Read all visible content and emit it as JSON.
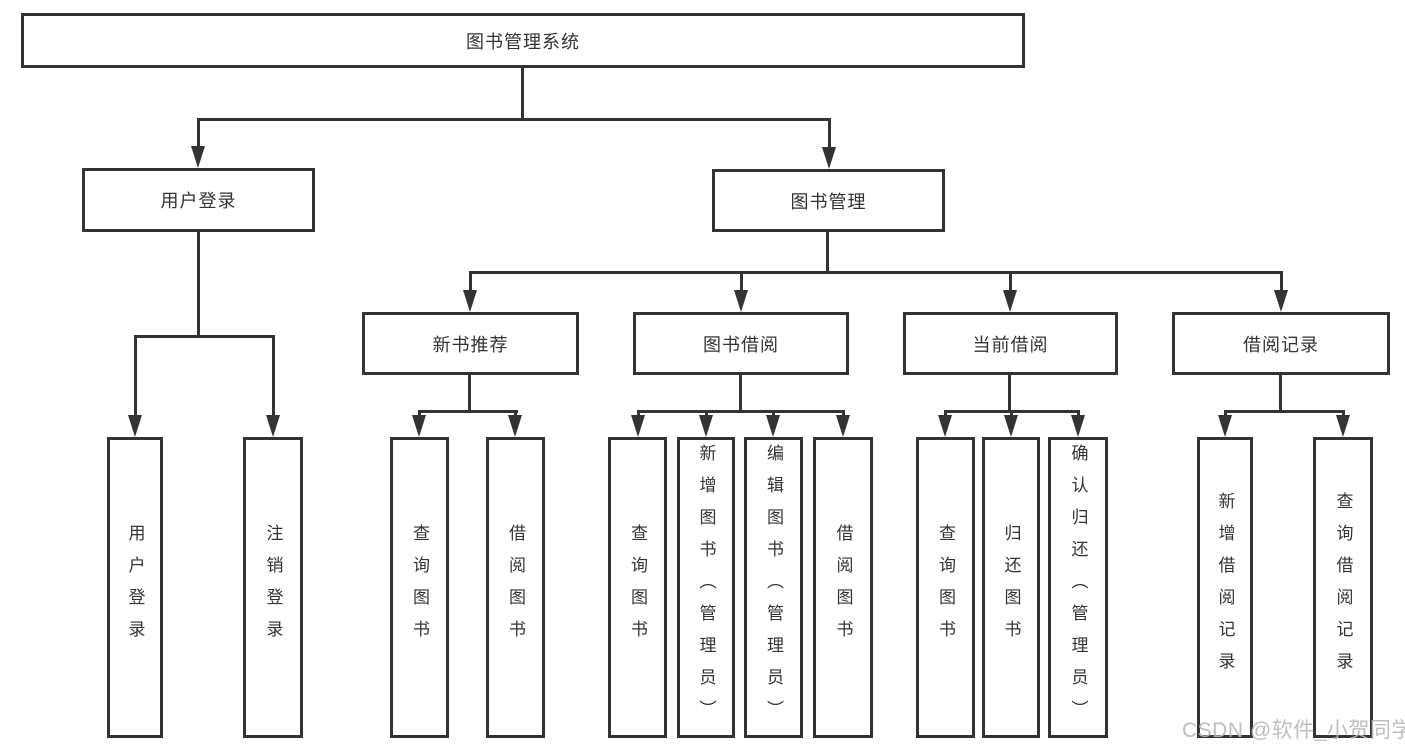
{
  "colors": {
    "line": "#333333",
    "text": "#333333",
    "watermark": "#b8b8bc",
    "background": "#ffffff"
  },
  "watermark": {
    "text": "CSDN @软件_小贺同学"
  },
  "tree": {
    "label": "图书管理系统",
    "children": [
      {
        "label": "用户登录",
        "children": [
          {
            "label": "用户登录"
          },
          {
            "label": "注销登录"
          }
        ]
      },
      {
        "label": "图书管理",
        "children": [
          {
            "label": "新书推荐",
            "children": [
              {
                "label": "查询图书"
              },
              {
                "label": "借阅图书"
              }
            ]
          },
          {
            "label": "图书借阅",
            "children": [
              {
                "label": "查询图书"
              },
              {
                "label": "新增图书（管理员）"
              },
              {
                "label": "编辑图书（管理员）"
              },
              {
                "label": "借阅图书"
              }
            ]
          },
          {
            "label": "当前借阅",
            "children": [
              {
                "label": "查询图书"
              },
              {
                "label": "归还图书"
              },
              {
                "label": "确认归还（管理员）"
              }
            ]
          },
          {
            "label": "借阅记录",
            "children": [
              {
                "label": "新增借阅记录"
              },
              {
                "label": "查询借阅记录"
              }
            ]
          }
        ]
      }
    ]
  }
}
